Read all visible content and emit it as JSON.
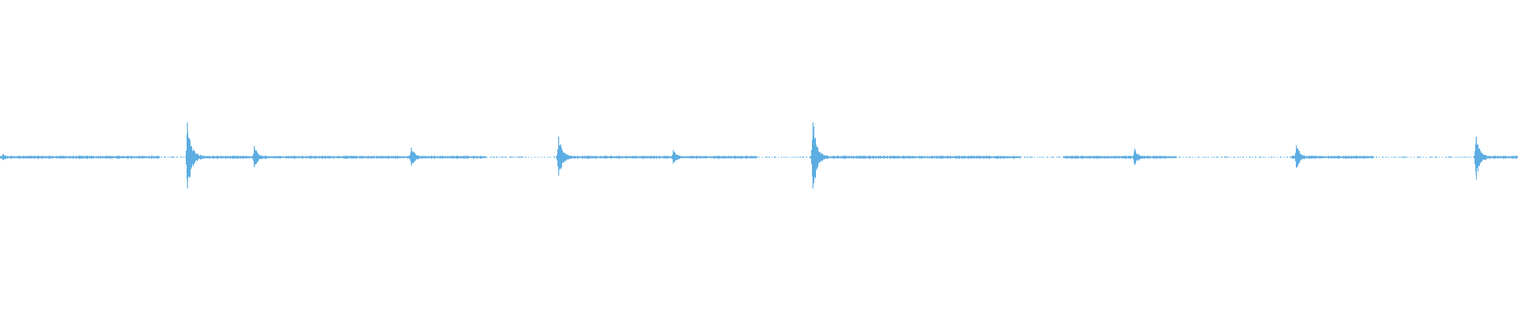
{
  "waveform": {
    "color": "#5dade2",
    "baseline_amplitude": 0.008,
    "duration_fraction_per_event": 0.01,
    "events": [
      {
        "position": 0.002,
        "amplitude": 0.02
      },
      {
        "position": 0.1235,
        "amplitude": 0.22
      },
      {
        "position": 0.1675,
        "amplitude": 0.07
      },
      {
        "position": 0.271,
        "amplitude": 0.06
      },
      {
        "position": 0.368,
        "amplitude": 0.13
      },
      {
        "position": 0.4435,
        "amplitude": 0.045
      },
      {
        "position": 0.5355,
        "amplitude": 0.22
      },
      {
        "position": 0.7475,
        "amplitude": 0.055
      },
      {
        "position": 0.854,
        "amplitude": 0.075
      },
      {
        "position": 0.9725,
        "amplitude": 0.13
      }
    ],
    "gaps": [
      {
        "start": 0.105,
        "end": 0.122
      },
      {
        "start": 0.32,
        "end": 0.366
      },
      {
        "start": 0.498,
        "end": 0.533
      },
      {
        "start": 0.672,
        "end": 0.7
      },
      {
        "start": 0.775,
        "end": 0.85
      },
      {
        "start": 0.905,
        "end": 0.97
      }
    ]
  }
}
